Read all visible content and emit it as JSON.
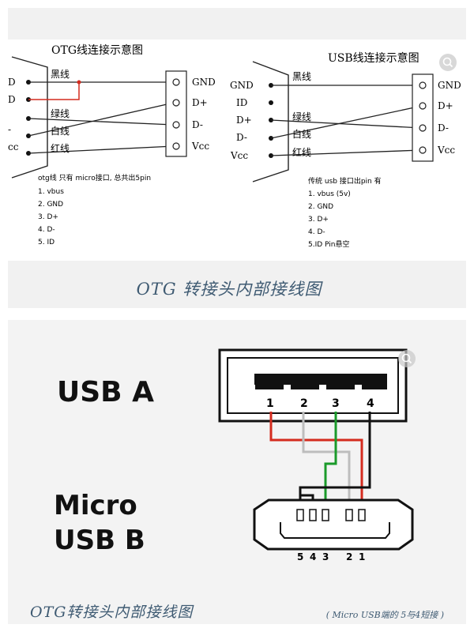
{
  "top": {
    "otg": {
      "title": "OTG线连接示意图",
      "left_labels": [
        "D",
        "D",
        "-",
        "cc"
      ],
      "wires": [
        "黑线",
        "绿线",
        "白线",
        "红线"
      ],
      "right_labels": [
        "GND",
        "D+",
        "D-",
        "Vcc"
      ],
      "note_title": "otg线 只有 micro接口, 总共出5pin",
      "notes": [
        "1. vbus",
        "2. GND",
        "3. D+",
        "4. D-",
        "5. ID"
      ]
    },
    "usb": {
      "title": "USB线连接示意图",
      "left_labels": [
        "GND",
        "ID",
        "D+",
        "D-",
        "Vcc"
      ],
      "wires": [
        "黑线",
        "绿线",
        "白线",
        "红线"
      ],
      "right_labels": [
        "GND",
        "D+",
        "D-",
        "Vcc"
      ],
      "note_title": "传统 usb 接口出pin 有",
      "notes": [
        "1. vbus (5v)",
        "2. GND",
        "3. D+",
        "4. D-",
        "5.ID Pin悬空"
      ]
    },
    "caption": "OTG 转接头内部接线图"
  },
  "bottom": {
    "usb_a_label": "USB A",
    "micro_label_line1": "Micro",
    "micro_label_line2": "USB B",
    "usb_a_pins": [
      "1",
      "2",
      "3",
      "4"
    ],
    "micro_pins": [
      "5",
      "4",
      "3",
      "2",
      "1"
    ],
    "caption": "OTG转接头内部接线图",
    "note": "( Micro USB端的 5与4短接 )"
  },
  "colors": {
    "red": "#d42b1e",
    "green": "#1a9a2a",
    "grey": "#bdbdbd",
    "black": "#111111",
    "caption": "#3e5a72"
  },
  "icons": [
    "magnifier-icon"
  ]
}
